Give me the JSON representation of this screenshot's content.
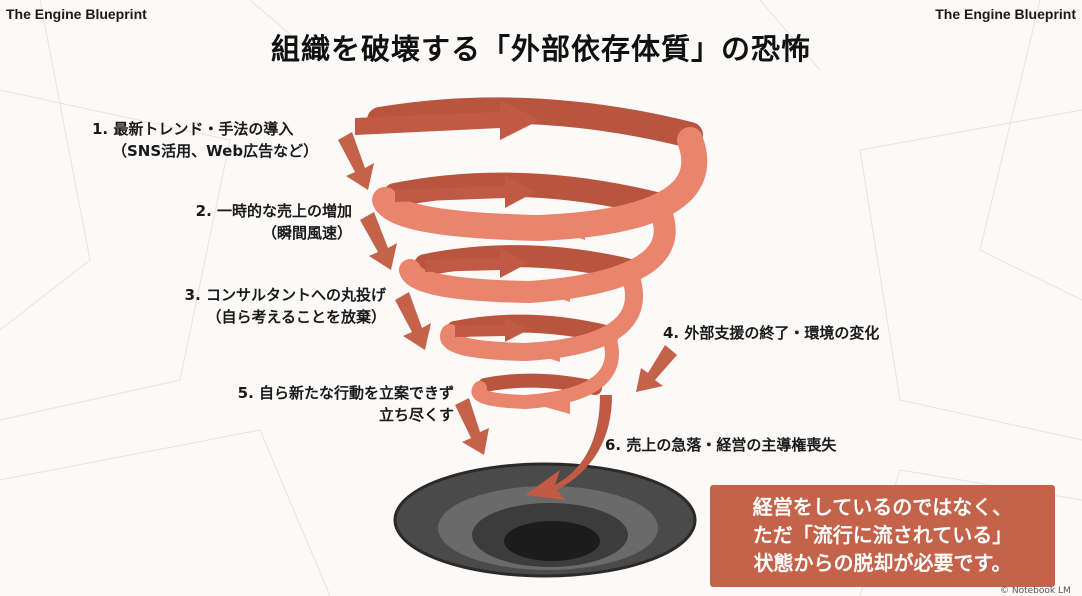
{
  "brand": {
    "left": "The Engine Blueprint",
    "right": "The Engine Blueprint"
  },
  "title": "組織を破壊する「外部依存体質」の恐怖",
  "steps": [
    {
      "line1": "1. 最新トレンド・手法の導入",
      "line2": "（SNS活用、Web広告など）"
    },
    {
      "line1": "2. 一時的な売上の増加",
      "line2": "（瞬間風速）"
    },
    {
      "line1": "3. コンサルタントへの丸投げ",
      "line2": "（自ら考えることを放棄）"
    },
    {
      "line1": "4. 外部支援の終了・環境の変化"
    },
    {
      "line1": "5. 自ら新たな行動を立案できず",
      "line2": "立ち尽くす"
    },
    {
      "line1": "6. 売上の急落・経営の主導権喪失"
    }
  ],
  "callout": {
    "lines": [
      "経営をしているのではなく、",
      "ただ「流行に流されている」",
      "状態からの脱却が必要です。"
    ]
  },
  "credit": "© Notebook LM",
  "colors": {
    "spiral_dark": "#c05a44",
    "spiral_light": "#ef8f78",
    "callout_bg": "#c4634a",
    "hole": "#3a3a3a"
  }
}
